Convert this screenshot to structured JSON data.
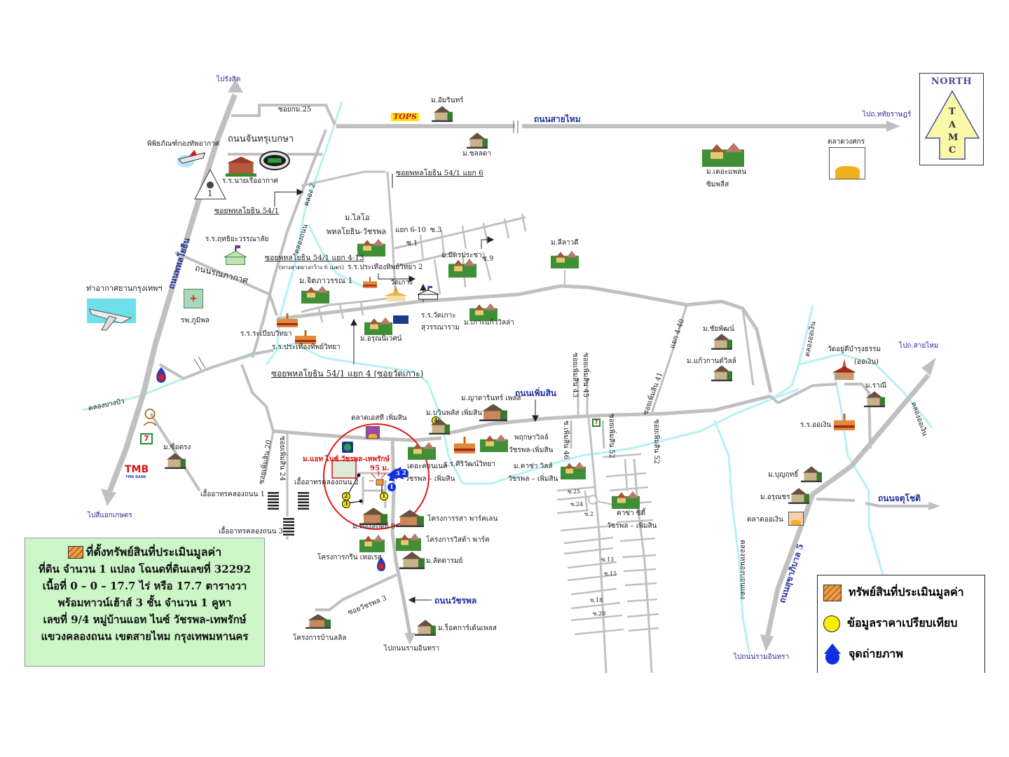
{
  "map": {
    "direction_labels": {
      "to_rangsit": "ไปรังสิต",
      "to_hathai_rat": "ไปถ.หทัยราษฎร์",
      "to_kaset": "ไปสี่แยกเกษตร",
      "to_saimai": "ไปถ.สายไหม",
      "to_ram_inthra_1": "ไปถนนรามอินทรา",
      "to_ram_inthra_2": "ไปถนนรามอินทรา"
    },
    "roads": {
      "saimai": "ถนนสายไหม",
      "phahonyothin": "ถนนพหลโยธิน",
      "chanthra_bekha": "ถนนจันทรุเบกษา",
      "ronnaphakat": "ถนนรณภากาศ",
      "phoem_sin": "ถนนเพิ่มสิน",
      "watcharaphon": "ถนนวัชรพล",
      "chatuchot": "ถนนจตุโชติ",
      "sukhaphiban5": "ถนนสุขาภิบาล 5",
      "soi_kom25": "ซอยกม.25",
      "soi_541": "ซอยพหลโยธิน 54/1",
      "soi_541_6": "ซอยพหลโยธิน 54/1 แยก 6",
      "soi_541_4_13": "ซอยพหลโยธิน 54/1 แยก 4-13",
      "soi_541_4_13_note": "(ทางลาดยางกว้าง 6 เมตร)",
      "soi_541_4": "ซอยพหลโยธิน 54/1 แยก 4 (ซอยวัดเกาะ)",
      "yaek_6_10": "แยก 6-10",
      "so3": "ซ.3",
      "so1": "ซ.1",
      "so9": "ซ.9",
      "phoemsin20": "ซอยเพิ่มสิน 20",
      "phoemsin24": "ซอยเพิ่มสิน 24",
      "phoemsin43": "ซอยเพิ่มสิน 43",
      "phoemsin45": "ซอยเพิ่มสิน 45",
      "phoemsin46": "ซ.เพิ่มสิน 46",
      "phoemsin52a": "ซอยเพิ่มสิน 52",
      "phoemsin52b": "ซอยเพิ่มสิน 52",
      "phoemsin41": "ซอยเพิ่มสิน 41",
      "yaek4_40": "แยก 4-40",
      "watcharaphon3": "ซอยวัชรพล 3",
      "so25": "ซ.25",
      "so24": "ซ.24",
      "so2": "ซ.2",
      "so13": "ซ.13",
      "so15": "ซ.15",
      "so18": "ซ.18",
      "so20": "ซ.20"
    },
    "canals": {
      "khlong2": "คลอง 2",
      "khlong_thanon": "คลองถนน",
      "khlong_bang_bua": "คลองบางบัว",
      "khlong_on_ngoen": "คลองออเงิน",
      "khlong_ongoen2": "คลองออเงิน",
      "khlong_lat_ta": "คลองหนองบอนแดง"
    },
    "places": {
      "air_force_museum": "พิพิธภัณฑ์กองทัพอากาศ",
      "air_cadet_school": "ร.ร.นายเรืออากาศ",
      "udom_school": "ร.ร.ฤทธิยะวรรณาลัย",
      "airport": "ท่าอากาศยานกรุงเทพฯ",
      "bhumibol_hosp": "รพ.ภูมิพล",
      "rabiab_school": "ร.ร.ระเบียบวิทยา",
      "prathueang_school": "ร.ร.ประเทืองทิพย์วิทยา",
      "prathueang_school2": "ร.ร.ประเทืองทิพย์วิทยา 2",
      "wat_ko": "วัดเกาะ",
      "wat_ko_school_1": "ร.ร.วัดเกาะ",
      "wat_ko_school_2": "สุวรรณาราม",
      "tops": "TOPS",
      "amarin": "ม.อัมรินทร์",
      "chonlada": "ม.ชลลดา",
      "the_plant_1": "ม.เดอะแพลน",
      "the_plant_2": "ซิมพลีส",
      "talat_wongsakorn": "ตลาดวงศกร",
      "lailo_1": "ม.ไลโอ",
      "lailo_2": "พหลโยธิน-วัชรพล",
      "mitprachaa": "ม.มิตรประชา",
      "leelawadee": "ม.ลีลาวดี",
      "chitpawan": "ม.จิตภาวรรณ 1",
      "arunniwet": "ม.อรุณนิเวศน์",
      "ko_kaew_villa": "ม.เกาะแก้ววิลล่า",
      "chaiyaphruek": "ม.ชัยพัฒน์",
      "kaew_kan": "ม.แก้วกานต์วิลล์",
      "chue_trong": "ม.ซื่อตรง",
      "ua_arthorn1": "เอื้ออาทรคลองถนน 1",
      "ua_arthorn2": "เอื้ออาทรคลองถนน 2",
      "ua_arthorn3": "เอื้ออาทรคลองถนน 3",
      "talat_st": "ตลาดเอสที เพิ่มสิน",
      "subject_village": "ม.แอท ไนซ์ วัชรพล-เทพรักษ์",
      "distance": "95 ม.",
      "the_connect_1": "เดอะคอนเนค",
      "the_connect_2": "วัชรพล – เพิ่มสิน",
      "winplus": "ม.บวินพลัส เพิ่มสิน",
      "yadarin": "ม.ญาดารินทร์ เพลส",
      "sriwattana": "ร.ร.ศิริวัฒน์วิทยา",
      "pruksa_1": "พฤกษาวิลล์",
      "pruksa_2": "วัชรพล-เพิ่มสิน",
      "casa_ville_1": "ม.คาซ่า วิลล์",
      "casa_ville_2": "วัชรพล – เพิ่มสิน",
      "casa_city_1": "คาซ่า ซิตี้",
      "casa_city_2": "วัชรพล – เพิ่มสิน",
      "thong_sathit": "ม.ทองสถิตย์ 9",
      "rasa_park": "โครงการรสา พาร์คเลน",
      "villa_park": "โครงการวิสต้า พาร์ค",
      "green_terrace": "โครงการกรีน เทอเรส",
      "lattaram": "ม.ลัดดารมย์",
      "baan_lalin": "โครงการบ้านลลิล",
      "rockgarden": "ม.ร็อคการ์เด้นเพลส",
      "wat_yudee_1": "วัดอยู่ดีบำรุงธรรม",
      "wat_yudee_2": "(ออเงิน)",
      "ratee": "ม.ราณี",
      "on_ngoen_school": "ร.ร.ออเงิน",
      "bunyarit": "ม.บุญฤทธิ์",
      "arunchon": "ม.อรุณชร",
      "talat_on_ngoen": "ตลาดออเงิน",
      "tmb": "TMB",
      "tmb_sub": "TMB BANK",
      "marker_1": "1",
      "comparable_1": "1",
      "comparable_2": "2",
      "comparable_3": "3",
      "comparable_4": "4",
      "photo_1": "1",
      "photo_2": "2",
      "photo_3": "3"
    }
  },
  "info_box": {
    "title": "ที่ตั้งทรัพย์สินที่ประเมินมูลค่า",
    "lines": [
      "ที่ดิน  จำนวน  1 แปลง  โฉนดที่ดินเลขที่ 32292",
      "เนื้อที่  0 – 0 – 17.7 ไร่  หรือ 17.7 ตารางวา",
      "พร้อมทาวน์เฮ้าส์ 3 ชั้น จำนวน 1 คูหา",
      "เลขที่ 9/4 หมู่บ้านแอท ไนซ์ วัชรพล-เทพรักษ์",
      "แขวงคลองถนน เขตสายไหม กรุงเทพมหานคร"
    ]
  },
  "legend": {
    "items": [
      {
        "icon": "hatched-square-icon",
        "label": "ทรัพย์สินที่ประเมินมูลค่า"
      },
      {
        "icon": "yellow-circle-icon",
        "label": "ข้อมูลราคาเปรียบเทียบ"
      },
      {
        "icon": "blue-arrow-icon",
        "label": "จุดถ่ายภาพ"
      }
    ]
  },
  "north": {
    "title": "NORTH",
    "letters": [
      "T",
      "A",
      "M",
      "C"
    ]
  },
  "colors": {
    "road": "#c0c0c0",
    "canal": "#b8f0f5",
    "info_bg": "#ccf5c8",
    "highlight_circle": "#e01818",
    "road_label": "#1e2f9e",
    "comparable": "#ffee00",
    "photo_point": "#1030e0"
  }
}
